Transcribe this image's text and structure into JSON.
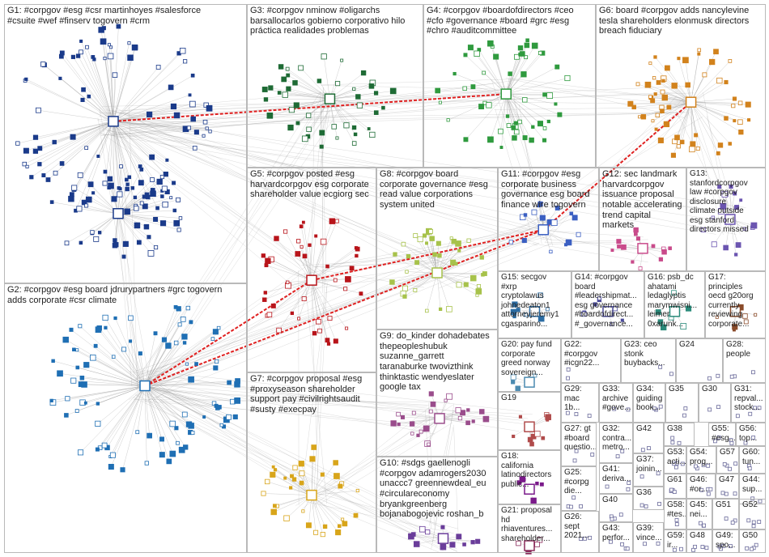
{
  "groups": [
    {
      "id": "G1",
      "label": "G1: #corpgov #esg #csr martinhoyes #salesforce\n#csuite #wef #finserv togovern #crm"
    },
    {
      "id": "G2",
      "label": "G2: #corpgov #esg board jdrurypartners #grc togovern\nadds corporate #csr climate"
    },
    {
      "id": "G3",
      "label": "G3: #corpgov nminow #oligarchs\nbarsallocarlos gobierno corporativo hilo\npráctica realidades problemas"
    },
    {
      "id": "G4",
      "label": "G4: #corpgov #boardofdirectors #ceo\n#cfo #governance #board #grc #esg\n#chro #auditcommittee"
    },
    {
      "id": "G5",
      "label": "G5: #corpgov posted #esg\nharvardcorpgov esg corporate\nshareholder value ecgiorg sec"
    },
    {
      "id": "G6",
      "label": "G6: board #corpgov adds nancylevine\ntesla shareholders elonmusk directors\nbreach fiduciary"
    },
    {
      "id": "G7",
      "label": "G7: #corpgov proposal #esg\n#proxyseason shareholder\nsupport pay #civilrightsaudit\n#susty #execpay"
    },
    {
      "id": "G8",
      "label": "G8: #corpgov board\ncorporate governance #esg\nread value corporations\nsystem united"
    },
    {
      "id": "G9",
      "label": "G9: do_kinder dohadebates\nthepeopleshubuk\nsuzanne_garrett\ntaranaburke twovizthink\nthinktastic wendyeslater\ngoogle tax"
    },
    {
      "id": "G10",
      "label": "G10: #sdgs gaellenogli\n#corpgov adamrogers2030\nunaccc7 greennewdeal_eu\n#circulareconomy\nbryankgreenberg\nbojanabogojevic roshan_b"
    },
    {
      "id": "G11",
      "label": "G11: #corpgov #esg\ncorporate business\ngovernance esg board\nfinance wire togovern"
    },
    {
      "id": "G12",
      "label": "G12: sec landmark\nharvardcorpgov\nissuance proposal\nnotable accelerating\ntrend capital\nmarkets"
    },
    {
      "id": "G13",
      "label": "G13:\nstanfordcorpgov\nlaw #corpgov\ndisclosure\nclimate outside\nesg stanford\ndirectors missed"
    },
    {
      "id": "G14",
      "label": "G14: #corpgov\nboard\n#leadershipmat...\nesg governance\n#boardofdirect...\n#_governance..."
    },
    {
      "id": "G15",
      "label": "G15: secgov\n#xrp\ncryptolawus\njohnedeaton1\nattorneyjeremy1\ncgasparino..."
    },
    {
      "id": "G16",
      "label": "G16: psb_dc\nahatami\nledaglyptis\nmarymwisni...\nleimer\n0xarunk..."
    },
    {
      "id": "G17",
      "label": "G17:\nprinciples\noecd g20org\ncurrently\nreviewing\ncorporate..."
    },
    {
      "id": "G18",
      "label": "G18:\ncalifornia\nlatinodirectors\npublic..."
    },
    {
      "id": "G19",
      "label": "G19"
    },
    {
      "id": "G20",
      "label": "G20: pay fund\ncorporate\ngreed norway\nsovereign..."
    },
    {
      "id": "G21",
      "label": "G21: proposal\nhd\nrhiaventures...\nshareholder..."
    },
    {
      "id": "G22",
      "label": "G22:\n#corpgov\n#icgn22..."
    },
    {
      "id": "G23",
      "label": "G23: ceo\nstonk\nbuybacks..."
    },
    {
      "id": "G24",
      "label": "G24"
    },
    {
      "id": "G25",
      "label": "G25:\n#corpg\ndie..."
    },
    {
      "id": "G26",
      "label": "G26:\nsept\n2021..."
    },
    {
      "id": "G27",
      "label": "G27: gt\n#board\nquestio..."
    },
    {
      "id": "G28",
      "label": "G28:\npeople"
    },
    {
      "id": "G29",
      "label": "G29:\nmac 1b..."
    },
    {
      "id": "G30",
      "label": "G30"
    },
    {
      "id": "G31",
      "label": "G31:\nrepval...\nstock..."
    },
    {
      "id": "G32",
      "label": "G32:\ncontra...\nmetro..."
    },
    {
      "id": "G33",
      "label": "G33:\narchive\n#gove..."
    },
    {
      "id": "G34",
      "label": "G34:\nguiding\nbook..."
    },
    {
      "id": "G35",
      "label": "G35"
    },
    {
      "id": "G36",
      "label": "G36"
    },
    {
      "id": "G37",
      "label": "G37:\njoinin..."
    },
    {
      "id": "G38",
      "label": "G38"
    },
    {
      "id": "G39",
      "label": "G39:\nvince..."
    },
    {
      "id": "G40",
      "label": "G40"
    },
    {
      "id": "G41",
      "label": "G41:\nderiva..."
    },
    {
      "id": "G42",
      "label": "G42"
    },
    {
      "id": "G43",
      "label": "G43:\nperfor..."
    },
    {
      "id": "G44",
      "label": "G44:\nsup..."
    },
    {
      "id": "G45",
      "label": "G45:\nnei..."
    },
    {
      "id": "G46",
      "label": "G46:\n#or..."
    },
    {
      "id": "G47",
      "label": "G47"
    },
    {
      "id": "G48",
      "label": "G48"
    },
    {
      "id": "G49",
      "label": "G49:\nspo..."
    },
    {
      "id": "G50",
      "label": "G50"
    },
    {
      "id": "G51",
      "label": "G51"
    },
    {
      "id": "G52",
      "label": "G52"
    },
    {
      "id": "G53",
      "label": "G53:\nacti..."
    },
    {
      "id": "G54",
      "label": "G54:\nprog..."
    },
    {
      "id": "G55",
      "label": "G55:\n#esg..."
    },
    {
      "id": "G56",
      "label": "G56:\ntop..."
    },
    {
      "id": "G57",
      "label": "G57"
    },
    {
      "id": "G58",
      "label": "G58:\n#tes..."
    },
    {
      "id": "G59",
      "label": "G59:\nir..."
    },
    {
      "id": "G60",
      "label": "G60:\ntun..."
    },
    {
      "id": "G61",
      "label": "G61"
    }
  ],
  "colors": {
    "box_border": "#b9b9b9",
    "edge": "#8c8c8c",
    "G1": "#1a3a8a",
    "G2": "#1f6fb4",
    "G3": "#1e6b35",
    "G4": "#2f9a3e",
    "G5": "#b8141a",
    "G6": "#d2821c",
    "G7": "#d8a51a",
    "G8": "#a7c24b",
    "G9": "#9a4d8c",
    "G10": "#6a3d9a",
    "G11": "#3b5fc2",
    "G12": "#c94b8b",
    "G13": "#6b55b0",
    "G14": "#4b4b9a",
    "G15": "#2b6ca3",
    "G16": "#2a8a7a",
    "G17": "#8a4b2a",
    "G18": "#7a1a8a",
    "G19": "#b04b4b",
    "G20": "#4b8ab0",
    "G21": "#8a2a5a",
    "red_edge": "#e02020"
  }
}
